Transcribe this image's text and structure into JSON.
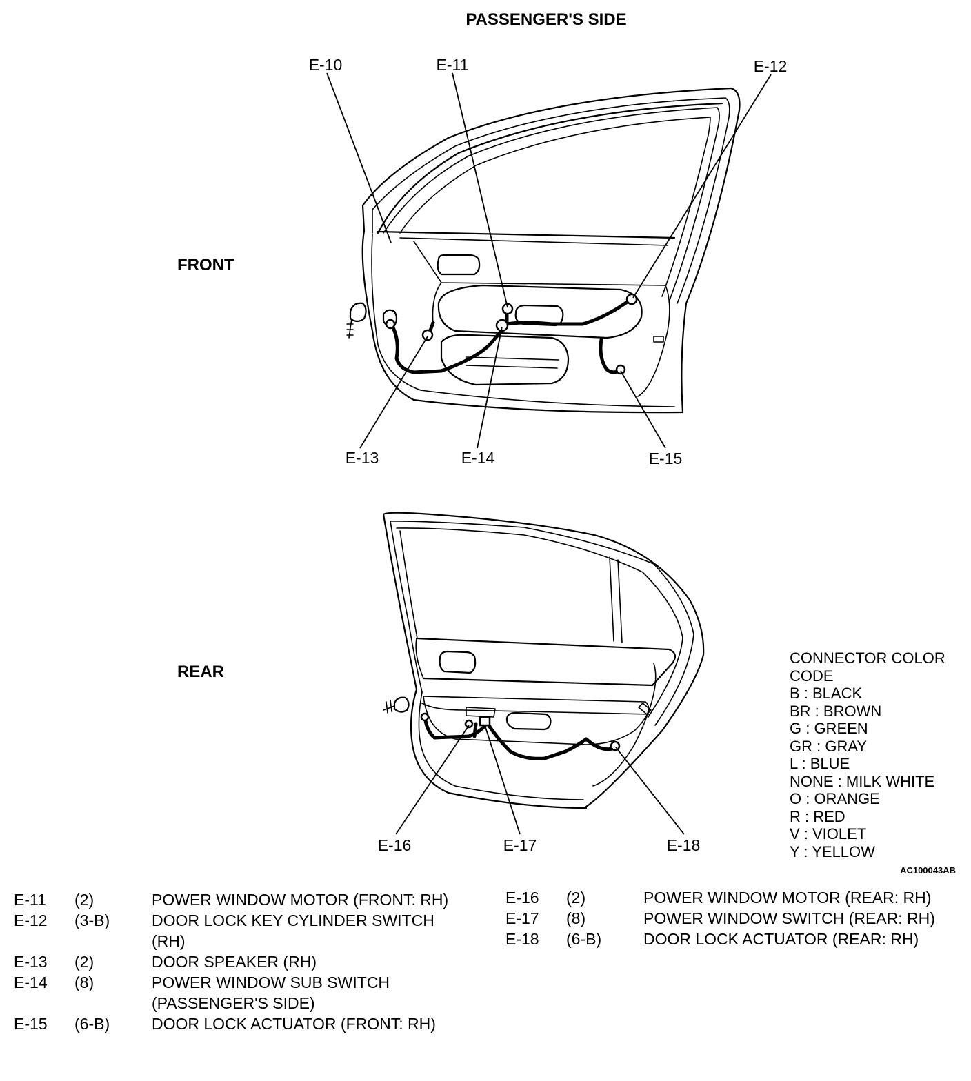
{
  "title": "PASSENGER'S SIDE",
  "views": {
    "front": "FRONT",
    "rear": "REAR"
  },
  "callouts": {
    "e10": "E-10",
    "e11": "E-11",
    "e12": "E-12",
    "e13": "E-13",
    "e14": "E-14",
    "e15": "E-15",
    "e16": "E-16",
    "e17": "E-17",
    "e18": "E-18"
  },
  "color_code": {
    "heading": [
      "CONNECTOR COLOR",
      "CODE"
    ],
    "entries": [
      "B : BLACK",
      "BR : BROWN",
      "G : GREEN",
      "GR : GRAY",
      "L : BLUE",
      "NONE : MILK WHITE",
      "O : ORANGE",
      "R : RED",
      "V : VIOLET",
      "Y : YELLOW"
    ]
  },
  "figure_code": "AC100043AB",
  "connectors_left": [
    {
      "id": "E-11",
      "pins": "(2)",
      "desc": "POWER WINDOW MOTOR (FRONT: RH)"
    },
    {
      "id": "E-12",
      "pins": "(3-B)",
      "desc": "DOOR LOCK KEY CYLINDER SWITCH (RH)"
    },
    {
      "id": "E-13",
      "pins": "(2)",
      "desc": "DOOR SPEAKER (RH)"
    },
    {
      "id": "E-14",
      "pins": "(8)",
      "desc": "POWER WINDOW SUB SWITCH (PASSENGER'S SIDE)"
    },
    {
      "id": "E-15",
      "pins": "(6-B)",
      "desc": "DOOR LOCK ACTUATOR (FRONT: RH)"
    }
  ],
  "connectors_right": [
    {
      "id": "E-16",
      "pins": "(2)",
      "desc": "POWER WINDOW MOTOR (REAR: RH)"
    },
    {
      "id": "E-17",
      "pins": "(8)",
      "desc": "POWER WINDOW SWITCH (REAR: RH)"
    },
    {
      "id": "E-18",
      "pins": "(6-B)",
      "desc": "DOOR LOCK ACTUATOR (REAR: RH)"
    }
  ]
}
